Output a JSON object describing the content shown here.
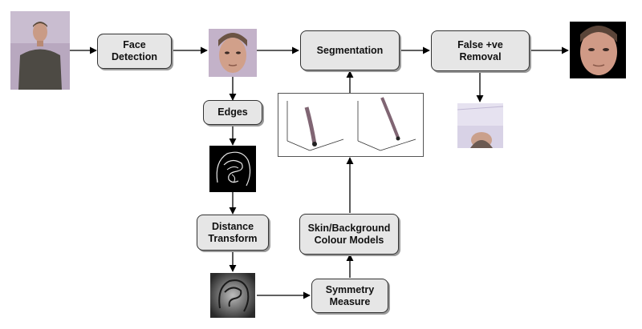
{
  "diagram": {
    "nodes": {
      "face_detection": "Face\nDetection",
      "segmentation": "Segmentation",
      "false_positive_removal": "False +ve\nRemoval",
      "edges": "Edges",
      "distance_transform": "Distance\nTransform",
      "skin_background_models": "Skin/Background\nColour Models",
      "symmetry_measure": "Symmetry\nMeasure"
    },
    "images": {
      "input_photo": "person-photo",
      "face_crop": "face-photo",
      "edge_map": "edge-image",
      "distance_map": "distance-transform-image",
      "colour_model_plots": "3d-scatter-plots",
      "rejected_face": "rejected-face-photo",
      "output_face": "segmented-face-photo"
    }
  }
}
